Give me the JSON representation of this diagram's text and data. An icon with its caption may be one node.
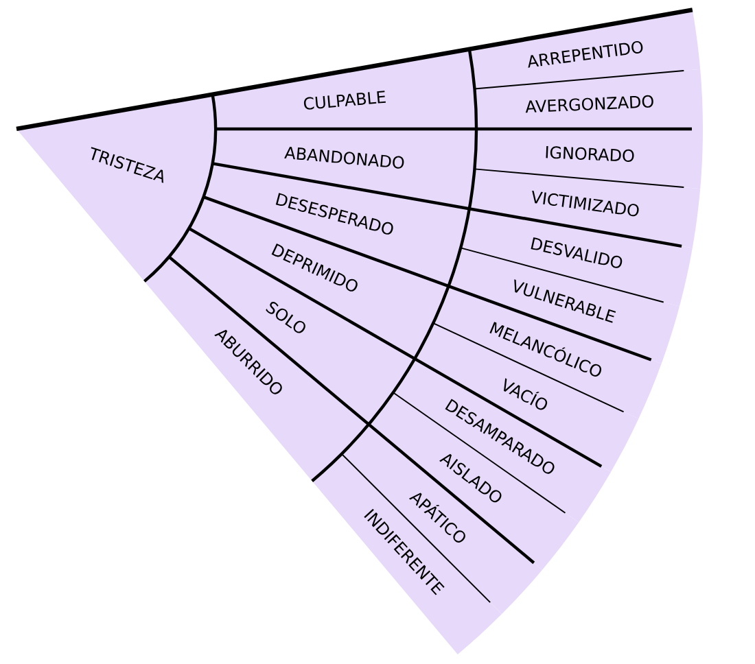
{
  "diagram": {
    "nodes": [
      {
        "text": [
          "TRISTEZA"
        ]
      },
      {
        "text": [
          "CULPABLE"
        ]
      },
      {
        "text": [
          "ABANDONADO"
        ]
      },
      {
        "text": [
          "DESESPERADO"
        ]
      },
      {
        "text": [
          "DEPRIMIDO"
        ]
      },
      {
        "text": [
          "SOLO"
        ]
      },
      {
        "text": [
          "ABURRIDO"
        ]
      },
      {
        "text": [
          "ARREPENTIDO"
        ]
      },
      {
        "text": [
          "AVERGONZADO"
        ]
      },
      {
        "text": [
          "IGNORADO"
        ]
      },
      {
        "text": [
          "VICTIMIZADO"
        ]
      },
      {
        "text": [
          "DESVALIDO"
        ]
      },
      {
        "text": [
          "VULNERABLE"
        ]
      },
      {
        "text": [
          "MELANCÓLICO"
        ]
      },
      {
        "text": [
          "VACÍO"
        ]
      },
      {
        "text": [
          "DESAMPARADO"
        ]
      },
      {
        "text": [
          "AISLADO"
        ]
      },
      {
        "text": [
          "APÁTICO"
        ]
      },
      {
        "text": [
          "INDIFERENTE"
        ]
      }
    ]
  }
}
